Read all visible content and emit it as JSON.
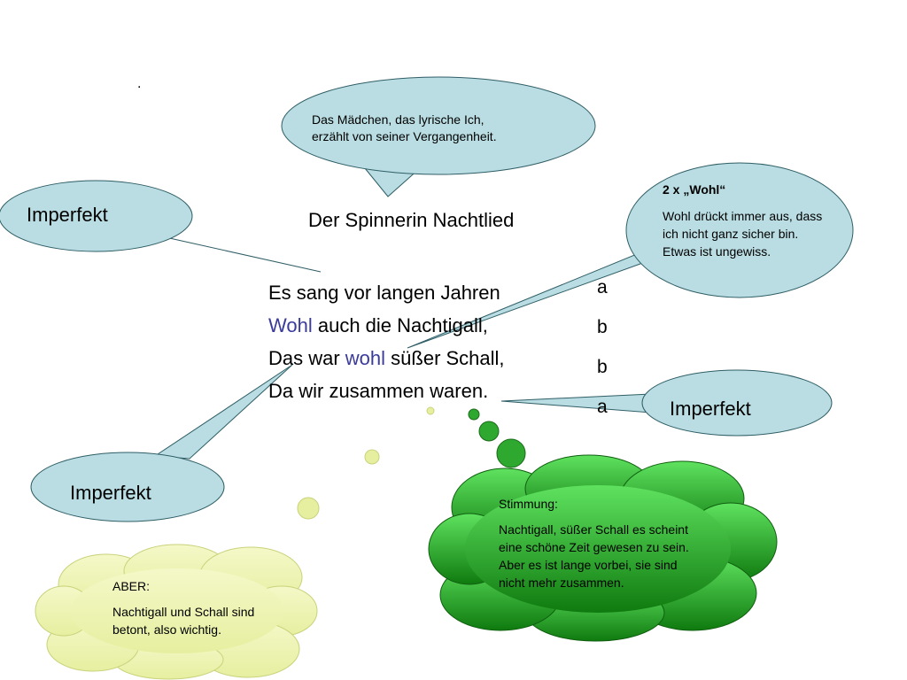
{
  "colors": {
    "speech_bubble": "#b9dde2",
    "thought_green": "#2ea82e",
    "thought_yellow": "#eef5b2",
    "highlight_word": "#3b3b9b"
  },
  "dot": ".",
  "callout_top": {
    "line1": "Das Mädchen, das lyrische Ich,",
    "line2": "erzählt von seiner Vergangenheit."
  },
  "poem": {
    "title": "Der Spinnerin Nachtlied",
    "lines": [
      {
        "before": "Es sang vor langen Jahren",
        "word": "",
        "after": ""
      },
      {
        "before": "",
        "word": "Wohl",
        "after": " auch die Nachtigall,"
      },
      {
        "before": "Das war ",
        "word": "wohl",
        "after": " süßer Schall,"
      },
      {
        "before": "Da wir zusammen waren.",
        "word": "",
        "after": ""
      }
    ],
    "rhyme_scheme": [
      "a",
      "b",
      "b",
      "a"
    ]
  },
  "callout_wohl": {
    "title": "2 x „Wohl“",
    "body": "Wohl drückt immer aus, dass ich nicht ganz sicher bin. Etwas ist ungewiss."
  },
  "imperfekt_labels": {
    "left_top": "Imperfekt",
    "left_bottom": "Imperfekt",
    "right": "Imperfekt"
  },
  "thought_green": {
    "title": "Stimmung:",
    "body": "Nachtigall, süßer Schall es scheint eine schöne Zeit gewesen zu sein.  Aber es ist lange vorbei, sie sind nicht mehr zusammen."
  },
  "thought_yellow": {
    "title": "ABER:",
    "body": "Nachtigall und Schall sind betont, also wichtig."
  }
}
